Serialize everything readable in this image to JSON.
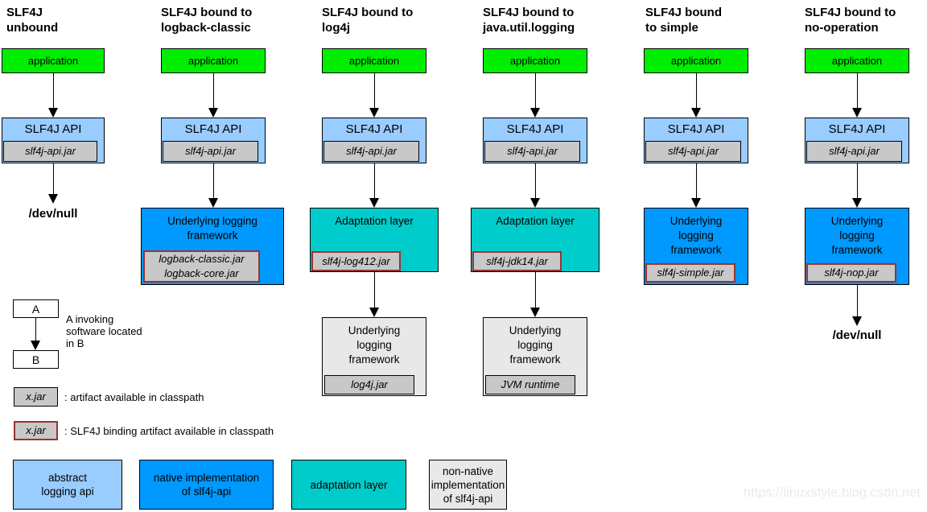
{
  "colors": {
    "application": "#00EE00",
    "abstract_api": "#99CCFF",
    "native_impl": "#0099FF",
    "adaptation": "#00CCCC",
    "non_native_impl": "#E8E8E8",
    "jar_badge": "#C8C8C8",
    "binding_border": "#993333"
  },
  "columns": [
    {
      "title": [
        "SLF4J",
        "unbound"
      ],
      "app": "application",
      "api": "SLF4J API",
      "api_jar": "slf4j-api.jar",
      "devnull": "/dev/null"
    },
    {
      "title": [
        "SLF4J bound to",
        "logback-classic"
      ],
      "app": "application",
      "api": "SLF4J API",
      "api_jar": "slf4j-api.jar",
      "fw": [
        "Underlying logging",
        "framework"
      ],
      "fw_jars": [
        "logback-classic.jar",
        "logback-core.jar"
      ]
    },
    {
      "title": [
        "SLF4J bound to",
        "log4j"
      ],
      "app": "application",
      "api": "SLF4J API",
      "api_jar": "slf4j-api.jar",
      "adapt": "Adaptation layer",
      "adapt_jar": "slf4j-log412.jar",
      "fw": [
        "Underlying",
        "logging",
        "framework"
      ],
      "fw_jar": "log4j.jar"
    },
    {
      "title": [
        "SLF4J bound to",
        "java.util.logging"
      ],
      "app": "application",
      "api": "SLF4J API",
      "api_jar": "slf4j-api.jar",
      "adapt": "Adaptation layer",
      "adapt_jar": "slf4j-jdk14.jar",
      "fw": [
        "Underlying",
        "logging",
        "framework"
      ],
      "fw_jar": "JVM runtime"
    },
    {
      "title": [
        "SLF4J bound",
        "to simple"
      ],
      "app": "application",
      "api": "SLF4J API",
      "api_jar": "slf4j-api.jar",
      "fw": [
        "Underlying",
        "logging",
        "framework"
      ],
      "fw_jar": "slf4j-simple.jar"
    },
    {
      "title": [
        "SLF4J bound to",
        "no-operation"
      ],
      "app": "application",
      "api": "SLF4J API",
      "api_jar": "slf4j-api.jar",
      "fw": [
        "Underlying",
        "logging",
        "framework"
      ],
      "fw_jar": "slf4j-nop.jar",
      "devnull": "/dev/null"
    }
  ],
  "legend": {
    "a": "A",
    "b": "B",
    "invoke_note": [
      "A invoking",
      "software located",
      "in B"
    ],
    "xjar": "x.jar",
    "artifact_note": ": artifact available in classpath",
    "binding_note": ": SLF4J binding artifact available in classpath"
  },
  "key_boxes": [
    {
      "lines": [
        "abstract",
        "logging api"
      ]
    },
    {
      "lines": [
        "native implementation",
        "of slf4j-api"
      ]
    },
    {
      "lines": [
        "adaptation layer"
      ]
    },
    {
      "lines": [
        "non-native",
        "implementation",
        "of slf4j-api"
      ]
    }
  ],
  "watermark": "https://linuxstyle.blog.csdn.net"
}
